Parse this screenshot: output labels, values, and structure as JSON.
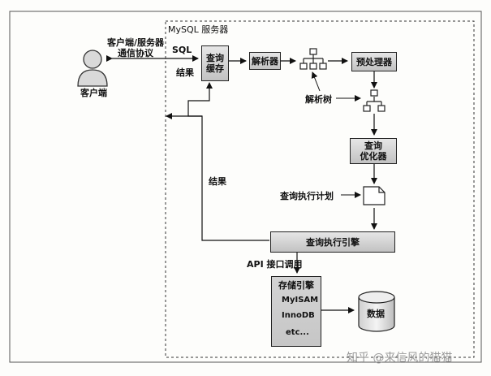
{
  "server_title": "MySQL 服务器",
  "client": {
    "label": "客户端",
    "protocol_line1": "客户端/服务器",
    "protocol_line2": "通信协议"
  },
  "arrows": {
    "sql": "SQL",
    "result_top": "结果",
    "result_mid": "结果",
    "api": "API 接口调用"
  },
  "boxes": {
    "query_cache_line1": "查询",
    "query_cache_line2": "缓存",
    "parser": "解析器",
    "preprocessor": "预处理器",
    "optimizer_line1": "查询",
    "optimizer_line2": "优化器",
    "execution_engine": "查询执行引擎"
  },
  "annotations": {
    "parse_tree": "解析树",
    "execution_plan": "查询执行计划"
  },
  "storage": {
    "title": "存储引擎",
    "engines": [
      "MyISAM",
      "InnoDB",
      "etc..."
    ],
    "data_label": "数据"
  },
  "watermark": "知乎 @来信风的猫猫"
}
